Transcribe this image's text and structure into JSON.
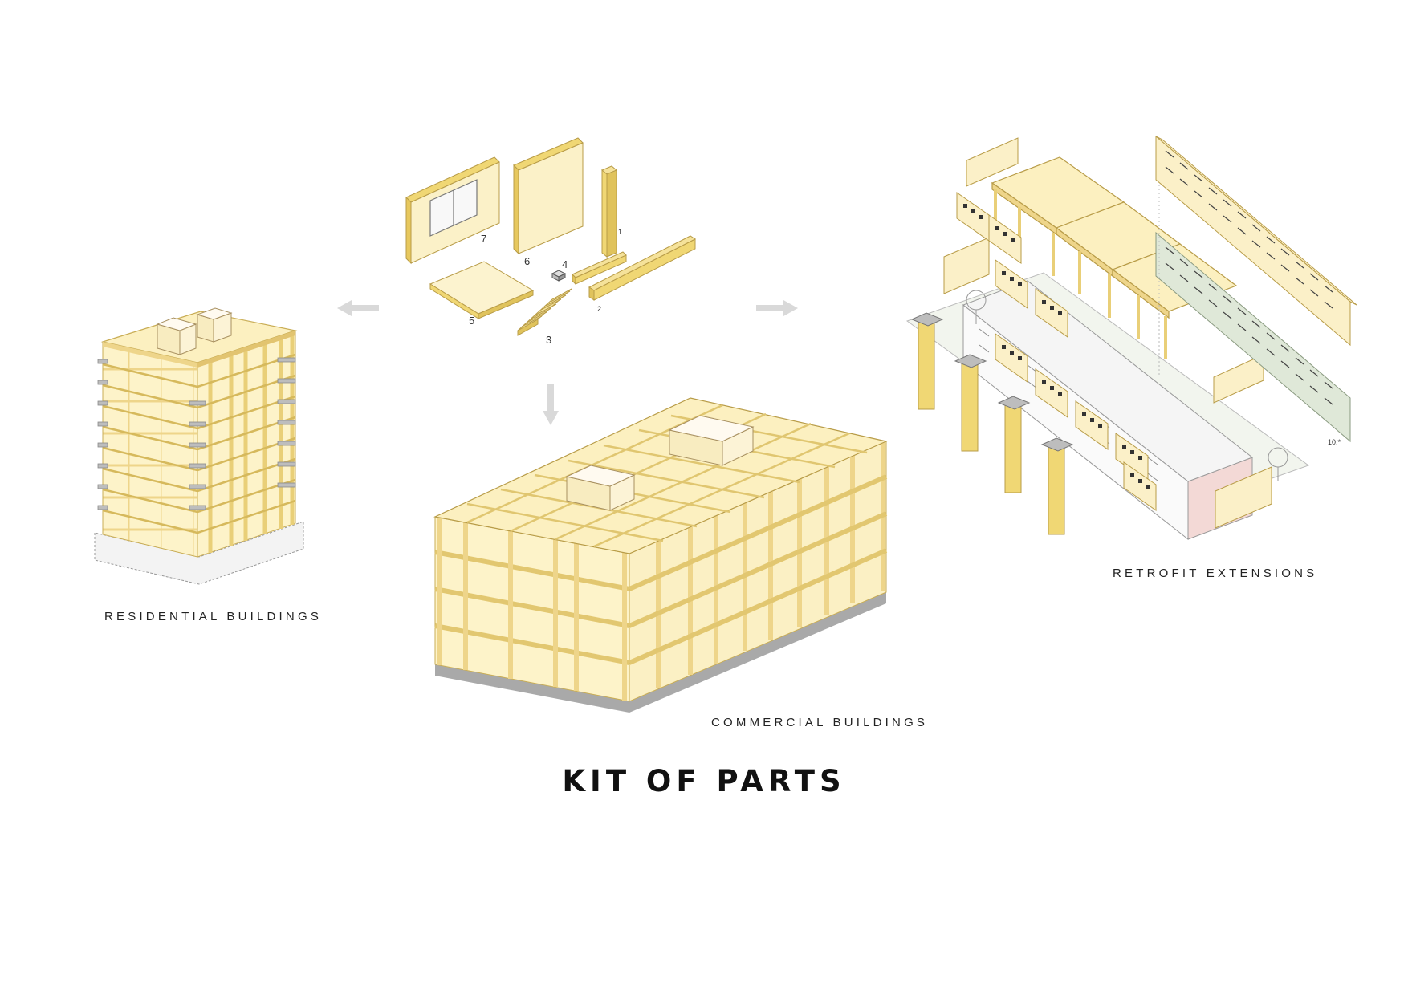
{
  "title": "KIT OF PARTS",
  "labels": {
    "residential": "RESIDENTIAL BUILDINGS",
    "commercial": "COMMERCIAL BUILDINGS",
    "retrofit": "RETROFIT EXTENSIONS"
  },
  "part_numbers": [
    "1",
    "2",
    "3",
    "4",
    "5",
    "6",
    "7"
  ],
  "retrofit_annotation": "10.*",
  "colors": {
    "timber_fill": "#fdf3c9",
    "timber_member": "#f5de8a",
    "timber_edge": "#c9ad55",
    "concrete": "#c8c8c8",
    "arrow": "#d9d9d9",
    "facade_panel_green": "#dfe8d8",
    "accent_pink": "#f3d9d6"
  },
  "icons": [
    "arrow-left-icon",
    "arrow-right-icon",
    "arrow-down-icon"
  ]
}
